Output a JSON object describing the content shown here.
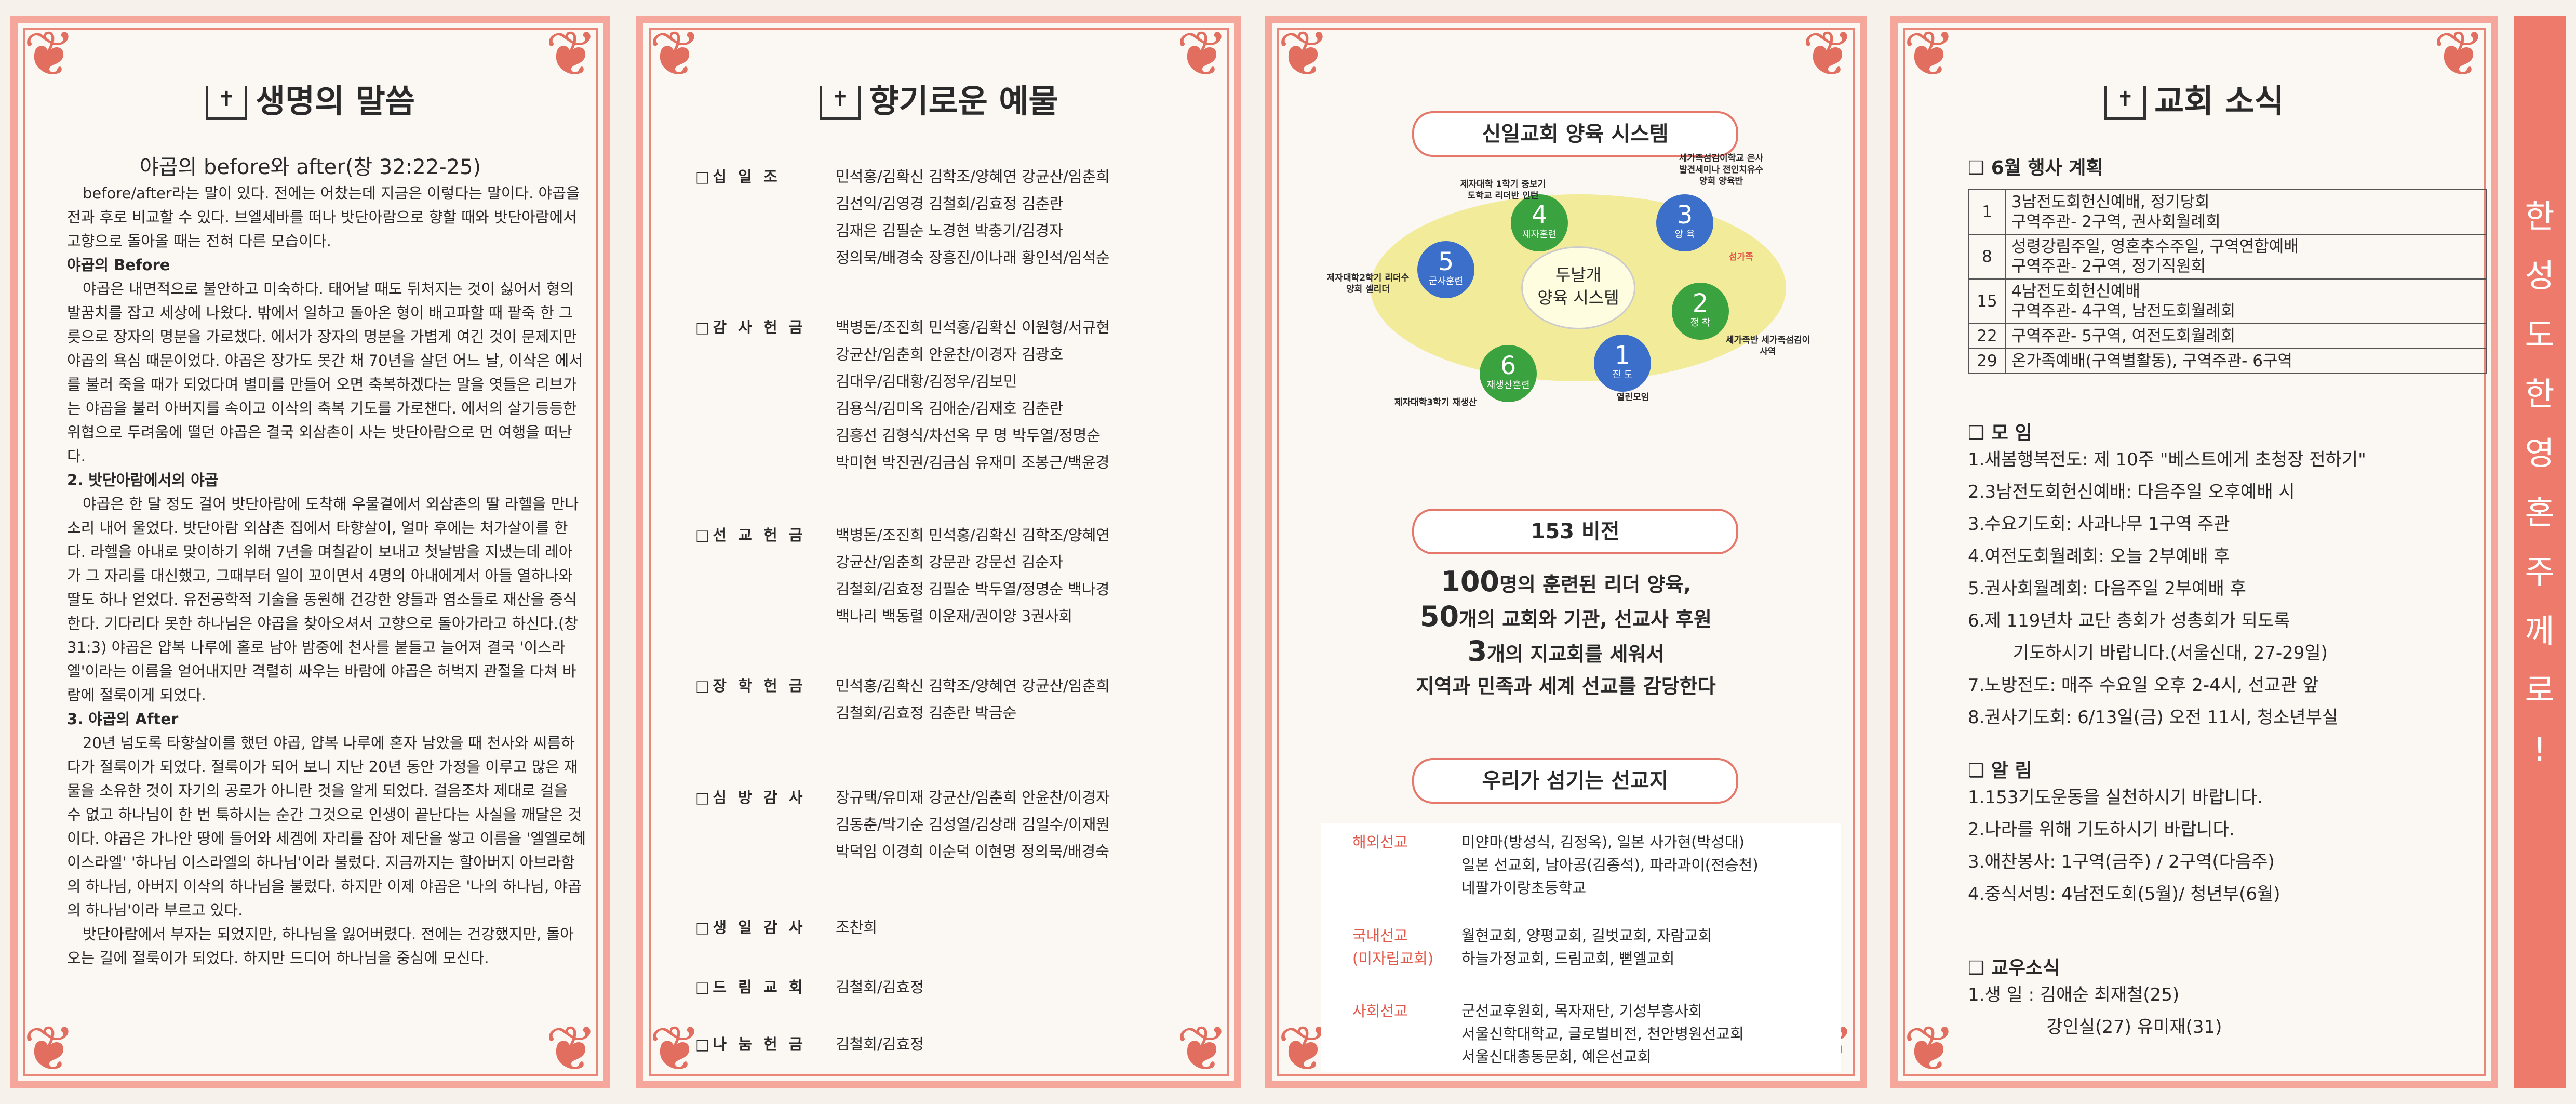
{
  "panel1": {
    "title": "생명의 말씀",
    "subtitle": "야곱의 before와 after(창 32:22-25)",
    "paragraphs": [
      {
        "h": "",
        "t": "before/after라는 말이 있다. 전에는 어찼는데 지금은 이렇다는 말이다. 야곱을 전과 후로 비교할 수 있다. 브엘세바를 떠나 밧단아람으로 향할 때와 밧단아람에서 고향으로 돌아올 때는 전혀 다른 모습이다."
      },
      {
        "h": "야곱의 Before",
        "t": "야곱은 내면적으로 불안하고 미숙하다. 태어날 때도 뒤처지는 것이 싫어서 형의 발꿈치를 잡고 세상에 나왔다. 밖에서 일하고 돌아온 형이 배고파할 때 팥죽 한 그릇으로 장자의 명분을 가로챘다. 에서가 장자의 명분을 가볍게 여긴 것이 문제지만 야곱의 욕심 때문이었다. 야곱은 장가도 못간 채 70년을 살던 어느 날, 이삭은 에서를 불러 죽을 때가 되었다며 별미를 만들어 오면 축복하겠다는 말을 엿들은 리브가는 야곱을 불러 아버지를 속이고 이삭의 축복 기도를 가로챈다. 에서의 살기등등한 위협으로 두려움에 떨던 야곱은 결국 외삼촌이 사는 밧단아람으로 먼 여행을 떠난다."
      },
      {
        "h": "2. 밧단아람에서의 야곱",
        "t": "야곱은 한 달 정도 걸어 밧단아람에 도착해 우물곁에서 외삼촌의 딸 라헬을 만나 소리 내어 울었다. 밧단아람 외삼촌 집에서 타향살이, 얼마 후에는 처가살이를 한다. 라헬을 아내로 맞이하기 위해 7년을 며칠같이 보내고 첫날밤을 지냈는데 레아가 그 자리를 대신했고, 그때부터 일이 꼬이면서 4명의 아내에게서 아들 열하나와 딸도 하나 얻었다. 유전공학적 기술을 동원해 건강한 양들과 염소들로 재산을 증식한다. 기다리다 못한 하나님은 야곱을 찾아오셔서 고향으로 돌아가라고 하신다.(창31:3) 야곱은 얍복 나루에 홀로 남아 밤중에 천사를 붙들고 늘어져 결국 '이스라엘'이라는 이름을 얻어내지만 격렬히 싸우는 바람에 야곱은 허벅지 관절을 다쳐 바람에 절룩이게 되었다."
      },
      {
        "h": "3. 야곱의 After",
        "t": "20년 넘도록 타향살이를 했던 야곱, 얍복 나루에 혼자 남았을 때 천사와 씨름하다가 절룩이가 되었다. 절룩이가 되어 보니 지난 20년 동안 가정을 이루고 많은 재물을 소유한 것이 자기의 공로가 아니란 것을 알게 되었다. 걸음조차 제대로 걸을 수 없고 하나님이 한 번 툭하시는 순간 그것으로 인생이 끝난다는 사실을 깨달은 것이다. 야곱은 가나안 땅에 들어와 세겜에 자리를 잡아 제단을 쌓고 이름을 '엘엘로헤이스라엘' '하나님 이스라엘의 하나님'이라 불렀다. 지금까지는 할아버지 아브라함의 하나님, 아버지 이삭의 하나님을 불렀다. 하지만 이제 야곱은 '나의 하나님, 야곱의 하나님'이라 부르고 있다."
      },
      {
        "h": "",
        "t": "밧단아람에서 부자는 되었지만, 하나님을 잃어버렸다. 전에는 건강했지만, 돌아오는 길에 절룩이가 되었다. 하지만 드디어 하나님을 중심에 모신다."
      }
    ]
  },
  "panel2": {
    "title": "향기로운 예물",
    "offerings": [
      {
        "label": "□십 일 조",
        "names": [
          "민석홍/김확신 김학조/양혜연 강균산/임춘희",
          "김선익/김영경 김철회/김효정 김춘란",
          "김재은 김필순 노경현 박충기/김경자",
          "정의묵/배경숙 장흥진/이나래 황인석/임석순"
        ]
      },
      {
        "label": "□감 사 헌 금",
        "names": [
          "백병돈/조진희 민석홍/김확신 이원형/서규현",
          "강균산/임춘희 안윤찬/이경자 김광호",
          "김대우/김대황/김정우/김보민",
          "김용식/김미옥 김애순/김재호 김춘란",
          "김흥선 김형식/차선옥 무 명 박두열/정명순",
          "박미현 박진권/김금심 유재미 조봉근/백윤경"
        ]
      },
      {
        "label": "□선 교 헌 금",
        "names": [
          "백병돈/조진희 민석홍/김확신 김학조/양혜연",
          "강균산/임춘희 강문관 강문선 김순자",
          "김철회/김효정 김필순 박두열/정명순 백나경",
          "백나리 백동렬 이운재/권이양 3권사회"
        ]
      },
      {
        "label": "□장 학 헌 금",
        "names": [
          "민석홍/김확신 김학조/양혜연 강균산/임춘희",
          "김철회/김효정 김춘란 박금순"
        ]
      },
      {
        "label": "□심 방 감 사",
        "names": [
          "장규택/유미재 강균산/임춘희 안윤찬/이경자",
          "김동춘/박기순 김성열/김상래 김일수/이재원",
          "박덕임 이경희 이순덕 이현명 정의묵/배경숙"
        ]
      },
      {
        "label": "□생 일 감 사",
        "names": [
          "조찬희"
        ]
      },
      {
        "label": "□드 림 교 회",
        "names": [
          "김철회/김효정"
        ]
      },
      {
        "label": "□나 눔 헌 금",
        "names": [
          "김철회/김효정"
        ]
      }
    ]
  },
  "panel3": {
    "system_title": "신일교회 양육 시스템",
    "center": [
      "두날개",
      "양육 시스템"
    ],
    "nodes": [
      {
        "num": "1",
        "label": "진 도",
        "note": "열린모임",
        "color": "#3b6fc9"
      },
      {
        "num": "2",
        "label": "정 착",
        "note": "세가족반 세가족섬김이사역",
        "color": "#3aa23f"
      },
      {
        "num": "3",
        "label": "양 육",
        "note": "세가족섬김이학교 은사발견세미나 전인치유수양회 양육반",
        "color": "#3b6fc9"
      },
      {
        "num": "4",
        "label": "제자훈련",
        "note": "제자대학 1학기 중보기도학교 리더반 인턴",
        "color": "#3aa23f"
      },
      {
        "num": "5",
        "label": "군사훈련",
        "note": "제자대학2학기 리더수양회 셀리더",
        "color": "#3b6fc9"
      },
      {
        "num": "6",
        "label": "재생산훈련",
        "note": "제자대학3학기 재생산",
        "color": "#3aa23f"
      }
    ],
    "ring_label": "섬가족",
    "vision_title": "153 비전",
    "vision_lines": [
      {
        "big": "100",
        "rest": "명의 훈련된 리더 양육,"
      },
      {
        "big": "50",
        "rest": "개의 교회와 기관, 선교사 후원"
      },
      {
        "big": "3",
        "rest": "개의 지교회를 세워서"
      },
      {
        "big": "",
        "rest": "지역과 민족과 세계 선교를 감당한다"
      }
    ],
    "mission_title": "우리가 섬기는 선교지",
    "missions": [
      {
        "label": "해외선교",
        "lines": [
          "미얀마(방성식, 김정옥), 일본 사가현(박성대)",
          "일본 선교회, 남아공(김종석), 파라과이(전승천)",
          "네팔가이랑초등학교"
        ]
      },
      {
        "label": "국내선교\n(미자립교회)",
        "lines": [
          "월현교회, 양평교회, 길벗교회, 자람교회",
          "하늘가정교회, 드림교회, 뻗엘교회"
        ]
      },
      {
        "label": "사회선교",
        "lines": [
          "군선교후원회, 목자재단, 기성부흥사회",
          "서울신학대학교, 글로벌비전, 천안병원선교회",
          "서울신대총동문회, 예은선교회"
        ]
      }
    ]
  },
  "panel4": {
    "title": "교회 소식",
    "events_title": "❑ 6월 행사 계획",
    "events": [
      {
        "day": "1",
        "lines": [
          "3남전도회헌신예배, 정기당회",
          "구역주관- 2구역, 권사회월례회"
        ]
      },
      {
        "day": "8",
        "lines": [
          "성령강림주일, 영혼추수주일, 구역연합예배",
          "구역주관- 2구역, 정기직원회"
        ]
      },
      {
        "day": "15",
        "lines": [
          "4남전도회헌신예배",
          "구역주관- 4구역, 남전도회월례회"
        ]
      },
      {
        "day": "22",
        "lines": [
          "구역주관- 5구역, 여전도회월례회"
        ]
      },
      {
        "day": "29",
        "lines": [
          "온가족예배(구역별활동), 구역주관- 6구역"
        ]
      }
    ],
    "meet_title": "❑ 모  임",
    "meetings": [
      "1.새봄행복전도: 제 10주 \"베스트에게 초청장 전하기\"",
      "2.3남전도회헌신예배: 다음주일 오후예배 시",
      "3.수요기도회: 사과나무 1구역 주관",
      "4.여전도회월례회: 오늘 2부예배 후",
      "5.권사회월례회: 다음주일 2부예배 후",
      "6.제 119년차 교단 총회가 성총회가 되도록",
      "        기도하시기 바랍니다.(서울신대, 27-29일)",
      "7.노방전도: 매주 수요일 오후 2-4시, 선교관 앞",
      "8.권사기도회: 6/13일(금) 오전 11시, 청소년부실"
    ],
    "notice_title": "❑ 알  림",
    "notices": [
      "1.153기도운동을 실천하시기 바랍니다.",
      "2.나라를 위해 기도하시기 바랍니다.",
      "3.애찬봉사: 1구역(금주) / 2구역(다음주)",
      "4.중식서빙: 4남전도회(5월)/ 청년부(6월)"
    ],
    "member_title": "❑ 교우소식",
    "members": [
      "1.생 일 : 김애순 최재철(25)",
      "              강인실(27) 유미재(31)"
    ]
  },
  "band": {
    "chars": [
      "한",
      "성",
      "도",
      "한",
      "영",
      "혼",
      "주",
      "께",
      "로",
      "!"
    ]
  },
  "colors": {
    "accent": "#ee7a6c",
    "border": "#f4a79a",
    "green": "#3aa23f",
    "blue": "#3b6fc9"
  }
}
